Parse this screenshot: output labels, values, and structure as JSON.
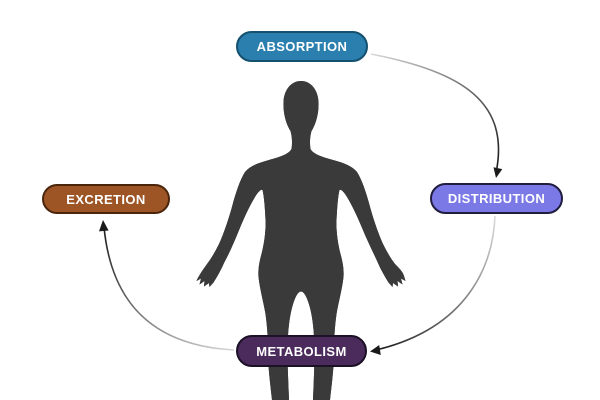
{
  "diagram": {
    "background": "#ffffff",
    "nodes": [
      {
        "id": "absorption",
        "label": "ABSORPTION",
        "fill": "#2a7fae",
        "border": "#15506e"
      },
      {
        "id": "distribution",
        "label": "DISTRIBUTION",
        "fill": "#7b79e6",
        "border": "#201d3e"
      },
      {
        "id": "metabolism",
        "label": "METABOLISM",
        "fill": "#4b2a5c",
        "border": "#1b1026"
      },
      {
        "id": "excretion",
        "label": "EXCRETION",
        "fill": "#9d5526",
        "border": "#4a250b"
      }
    ],
    "edges": [
      {
        "from": "ABSORPTION",
        "to": "DISTRIBUTION"
      },
      {
        "from": "DISTRIBUTION",
        "to": "METABOLISM"
      },
      {
        "from": "METABOLISM",
        "to": "EXCRETION"
      }
    ],
    "arrows": {
      "tail_color": "#d9d9d9",
      "head_color": "#1a1a1a"
    },
    "figure": {
      "icon": "human-body-silhouette-icon",
      "color": "#3a3a3a"
    }
  }
}
